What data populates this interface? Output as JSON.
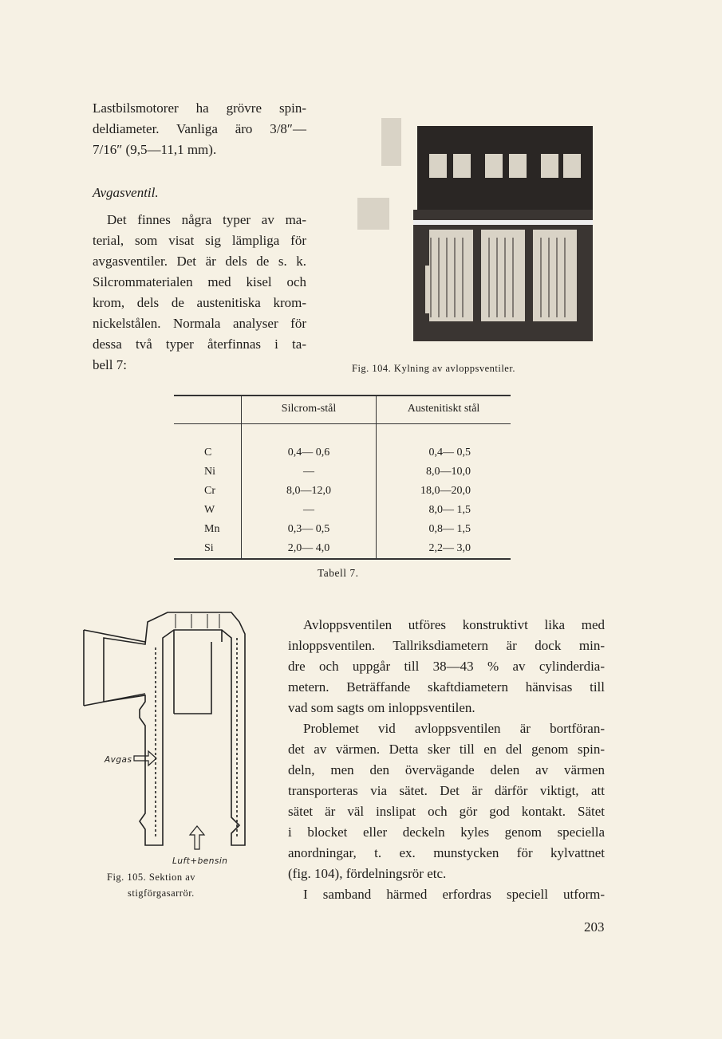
{
  "left_column": {
    "para1": [
      "Lastbilsmotorer ha grövre spin-",
      "deldiameter. Vanliga äro 3/8″—",
      "7/16″ (9,5—11,1 mm)."
    ],
    "heading": "Avgasventil.",
    "para2": [
      "Det finnes några typer av ma-",
      "terial, som visat sig lämpliga för",
      "avgasventiler. Det är dels de s. k.",
      "Silcrommaterialen med kisel och",
      "krom, dels de austenitiska krom-",
      "nickelstålen. Normala analyser för",
      "dessa två typer återfinnas i ta-",
      "bell 7:"
    ]
  },
  "figure104": {
    "caption": "Fig. 104. Kylning av avloppsventiler."
  },
  "table7": {
    "headers": [
      "",
      "Silcrom-stål",
      "Austenitiskt stål"
    ],
    "rows": [
      [
        "C",
        "0,4— 0,6",
        "0,4— 0,5"
      ],
      [
        "Ni",
        "—",
        "8,0—10,0"
      ],
      [
        "Cr",
        "8,0—12,0",
        "18,0—20,0"
      ],
      [
        "W",
        "—",
        "8,0— 1,5"
      ],
      [
        "Mn",
        "0,3— 0,5",
        "0,8— 1,5"
      ],
      [
        "Si",
        "2,0— 4,0",
        "2,2— 3,0"
      ]
    ],
    "caption": "Tabell 7."
  },
  "figure105": {
    "label_avgas": "Avgas",
    "label_luft": "Luft+bensin",
    "caption": [
      "Fig. 105. Sektion av",
      "stigförgasarrör."
    ]
  },
  "right_column": {
    "para1": [
      "Avloppsventilen utföres konstruktivt lika med",
      "inloppsventilen. Tallriksdiametern är dock min-",
      "dre och uppgår till 38—43 % av cylinderdia-",
      "metern. Beträffande skaftdiametern hänvisas till",
      "vad som sagts om inloppsventilen."
    ],
    "para2": [
      "Problemet vid avloppsventilen är bortföran-",
      "det av värmen. Detta sker till en del genom spin-",
      "deln, men den övervägande delen av värmen",
      "transporteras via sätet. Det är därför viktigt, att",
      "sätet är väl inslipat och gör god kontakt. Sätet",
      "i blocket eller deckeln kyles genom speciella",
      "anordningar, t. ex. munstycken för kylvattnet",
      "(fig. 104), fördelningsrör etc."
    ],
    "para3": [
      "I samband härmed erfordras speciell utform-"
    ]
  },
  "page_number": "203"
}
